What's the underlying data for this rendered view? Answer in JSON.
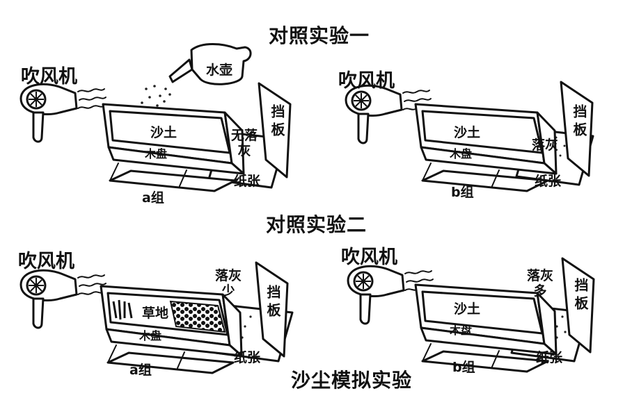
{
  "titles": {
    "exp1": "对照实验一",
    "exp2": "对照实验二",
    "main": "沙尘模拟实验"
  },
  "labels": {
    "dryer": "吹风机",
    "kettle": "水壶",
    "sand": "沙土",
    "grass": "草地",
    "tray": "木盘",
    "baffle": "挡板",
    "paper": "纸张",
    "no_dust": "无落灰",
    "dust": "落灰",
    "less_dust": "落灰少",
    "more_dust": "落灰多",
    "group_a": "a组",
    "group_b": "b组"
  }
}
